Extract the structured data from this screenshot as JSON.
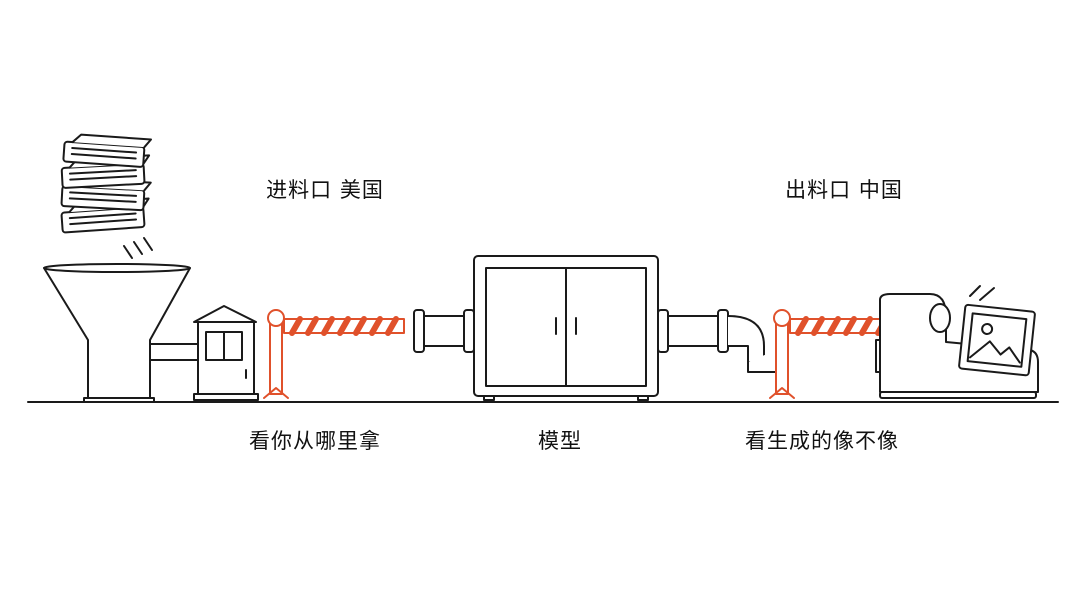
{
  "labels": {
    "input": "进料口 美国",
    "output": "出料口 中国",
    "source": "看你从哪里拿",
    "model": "模型",
    "generation": "看生成的像不像"
  },
  "colors": {
    "line": "#1a1a1a",
    "barrier_accent": "#e0512b",
    "background": "#ffffff"
  },
  "icons": [
    "books-icon",
    "funnel-icon",
    "guard-booth-icon",
    "barrier-gate-icon",
    "pipe-icon",
    "cabinet-icon",
    "output-machine-icon",
    "image-icon"
  ]
}
